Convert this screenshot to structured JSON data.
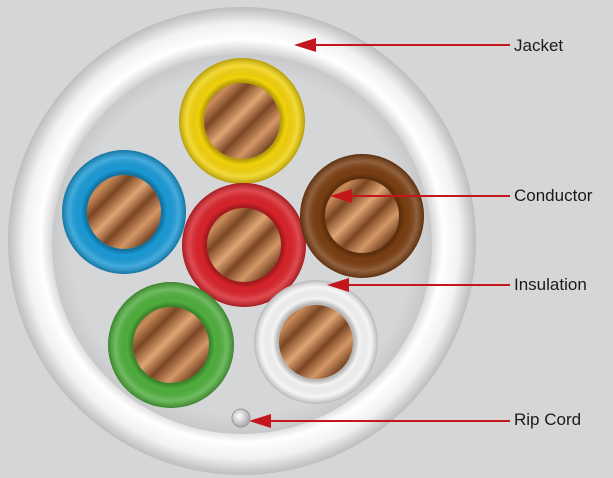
{
  "labels": {
    "jacket": "Jacket",
    "conductor": "Conductor",
    "insulation": "Insulation",
    "rip_cord": "Rip Cord"
  },
  "colors": {
    "background": "#d6d6d7",
    "jacket": "#f2f2f2",
    "arrow": "#c3161d",
    "copper": "#a0673d",
    "insulation_yellow": "#f2d20a",
    "insulation_blue": "#1a9ad6",
    "insulation_red": "#d9232a",
    "insulation_brown": "#7a3e12",
    "insulation_green": "#4fae3c",
    "insulation_white": "#f4f4f4"
  },
  "wires": [
    {
      "insulation_color": "yellow"
    },
    {
      "insulation_color": "blue"
    },
    {
      "insulation_color": "red"
    },
    {
      "insulation_color": "brown"
    },
    {
      "insulation_color": "green"
    },
    {
      "insulation_color": "white"
    }
  ]
}
